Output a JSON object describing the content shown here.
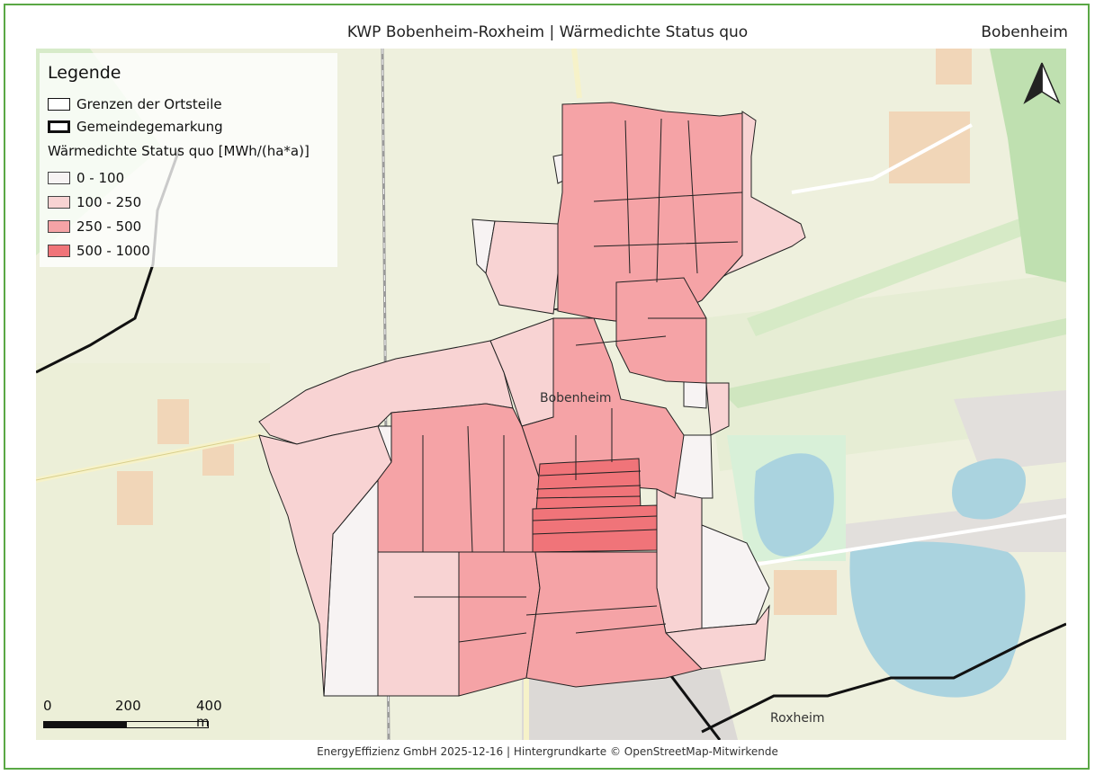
{
  "title": "KWP Bobenheim-Roxheim | Wärmedichte Status quo",
  "place_name": "Bobenheim",
  "footer": "EnergyEffizienz GmbH   2025-12-16  | Hintergrundkarte © OpenStreetMap-Mitwirkende",
  "legend": {
    "title": "Legende",
    "boundaries": [
      {
        "label": "Grenzen der Ortsteile"
      },
      {
        "label": "Gemeindegemarkung"
      }
    ],
    "heat_heading": "Wärmedichte Status quo [MWh/(ha*a)]",
    "classes": [
      {
        "label": "0 - 100",
        "color": "#f7f3f3"
      },
      {
        "label": "100 - 250",
        "color": "#f8d3d3"
      },
      {
        "label": "250 - 500",
        "color": "#f5a3a6"
      },
      {
        "label": "500 - 1000",
        "color": "#f07479"
      }
    ]
  },
  "map_labels": {
    "bobenheim": "Bobenheim",
    "roxheim": "Roxheim"
  },
  "scale": {
    "labels": [
      "0",
      "200",
      "400 m"
    ]
  },
  "colors": {
    "frame": "#5aa845",
    "background_map": "#efefe1",
    "water": "#aad3df",
    "boundary": "#111111"
  }
}
